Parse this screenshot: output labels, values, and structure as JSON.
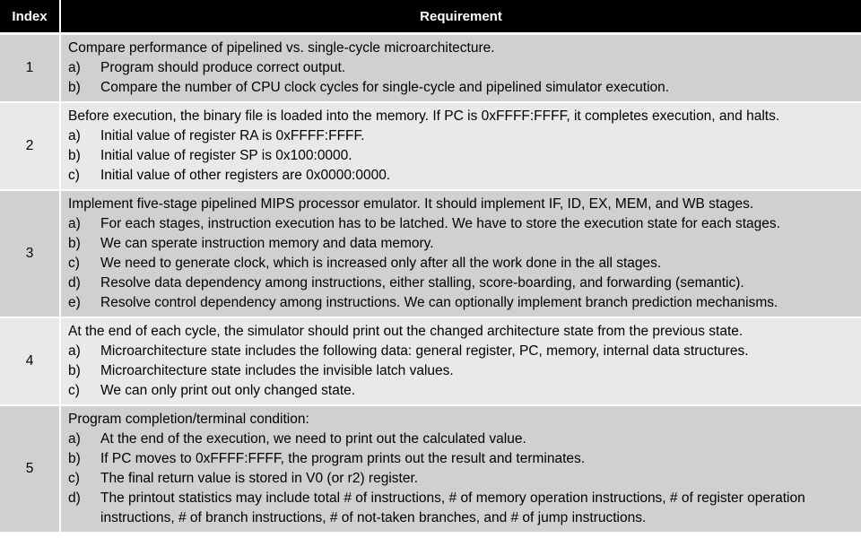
{
  "header": {
    "index": "Index",
    "requirement": "Requirement"
  },
  "rows": [
    {
      "index": "1",
      "lead": "Compare performance of pipelined vs. single-cycle microarchitecture.",
      "items": [
        {
          "marker": "a)",
          "text": "Program should produce correct output."
        },
        {
          "marker": "b)",
          "text": "Compare the number of CPU clock cycles for single-cycle and pipelined  simulator execution."
        }
      ]
    },
    {
      "index": "2",
      "lead": "Before execution, the binary file is loaded into the memory. If PC is 0xFFFF:FFFF, it completes execution, and halts.",
      "items": [
        {
          "marker": "a)",
          "text": "Initial value of register RA is 0xFFFF:FFFF."
        },
        {
          "marker": "b)",
          "text": "Initial value of register SP is  0x100:0000."
        },
        {
          "marker": "c)",
          "text": "Initial value of other registers are 0x0000:0000."
        }
      ]
    },
    {
      "index": "3",
      "lead": "Implement five-stage pipelined MIPS processor emulator. It should implement IF, ID, EX, MEM, and WB stages.",
      "items": [
        {
          "marker": "a)",
          "text": "For each stages, instruction execution has to be latched. We have to store the execution state for each stages."
        },
        {
          "marker": "b)",
          "text": "We can sperate instruction memory and data memory."
        },
        {
          "marker": "c)",
          "text": "We need to generate clock, which is increased only after all the work done in the all stages."
        },
        {
          "marker": "d)",
          "text": "Resolve data dependency among instructions, either stalling, score-boarding, and forwarding (semantic)."
        },
        {
          "marker": "e)",
          "text": "Resolve control dependency among instructions. We can optionally implement branch prediction mechanisms."
        }
      ]
    },
    {
      "index": "4",
      "lead": "At the end of each cycle, the simulator should print out the changed architecture state from the previous state.",
      "items": [
        {
          "marker": "a)",
          "text": "Microarchitecture state includes the following data: general register, PC, memory, internal data structures."
        },
        {
          "marker": "b)",
          "text": "Microarchitecture state includes the invisible latch values."
        },
        {
          "marker": "c)",
          "text": "We can only print out only changed state."
        }
      ]
    },
    {
      "index": "5",
      "lead": "Program completion/terminal condition:",
      "items": [
        {
          "marker": "a)",
          "text": "At the end of the execution, we need to print out the calculated value."
        },
        {
          "marker": "b)",
          "text": "If PC moves to 0xFFFF:FFFF, the program prints out the result and terminates."
        },
        {
          "marker": "c)",
          "text": "The final return value is stored in V0 (or r2) register."
        },
        {
          "marker": "d)",
          "text": "The printout statistics may include total # of instructions, # of memory operation instructions, # of register operation instructions, # of branch instructions, # of not-taken branches, and # of jump instructions.",
          "wrap": true
        }
      ]
    }
  ]
}
